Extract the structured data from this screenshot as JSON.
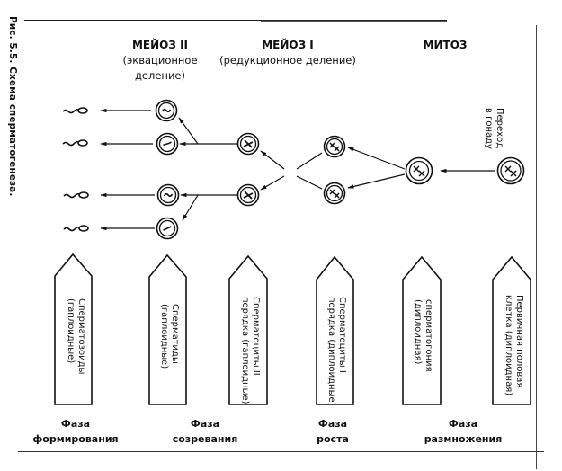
{
  "figure": {
    "caption": "Рис. 5.5. Схема сперматогенеза."
  },
  "headers": {
    "meiosis2": {
      "title": "МЕЙОЗ II",
      "subtitle_line1": "(эквационное",
      "subtitle_line2": "деление)"
    },
    "meiosis1": {
      "title": "МЕЙОЗ I",
      "subtitle_line1": "(редукционное деление)"
    },
    "mitosis": {
      "title": "МИТОЗ"
    }
  },
  "annotations": {
    "transition_line1": "Переход",
    "transition_line2": "в гонаду"
  },
  "cells": {
    "spermatozoa": {
      "count": 4,
      "icon": "sperm-icon"
    },
    "spermatids": {
      "count": 4,
      "icon": "haploid-cell-wavy-chromosome-icon"
    },
    "spermatocytes_2": {
      "count": 2,
      "icon": "cell-single-cross-chromosome-icon"
    },
    "spermatocytes_1": {
      "count": 2,
      "icon": "cell-double-cross-chromosome-icon"
    },
    "spermatogonium": {
      "count": 1,
      "icon": "cell-double-cross-chromosome-icon"
    },
    "primordial_germ_cell": {
      "count": 1,
      "icon": "cell-double-cross-chromosome-icon"
    }
  },
  "stages": [
    {
      "line1": "Сперматозоиды",
      "line2": "(гаплоидные)"
    },
    {
      "line1": "Сперматиды",
      "line2": "(гаплоидные)"
    },
    {
      "line1": "Сперматоциты II",
      "line2": "порядка (гаплоидные)"
    },
    {
      "line1": "Сперматоциты I",
      "line2": "порядка (диплоидные)"
    },
    {
      "line1": "сперматогония",
      "line2": "(диплоидная)"
    },
    {
      "line1": "Первичная половая",
      "line2": "клетка (диплоидная)"
    }
  ],
  "phases": [
    {
      "line1": "Фаза",
      "line2": "формирования"
    },
    {
      "line1": "Фаза",
      "line2": "созревания"
    },
    {
      "line1": "Фаза",
      "line2": "роста"
    },
    {
      "line1": "Фаза",
      "line2": "размножения"
    }
  ]
}
